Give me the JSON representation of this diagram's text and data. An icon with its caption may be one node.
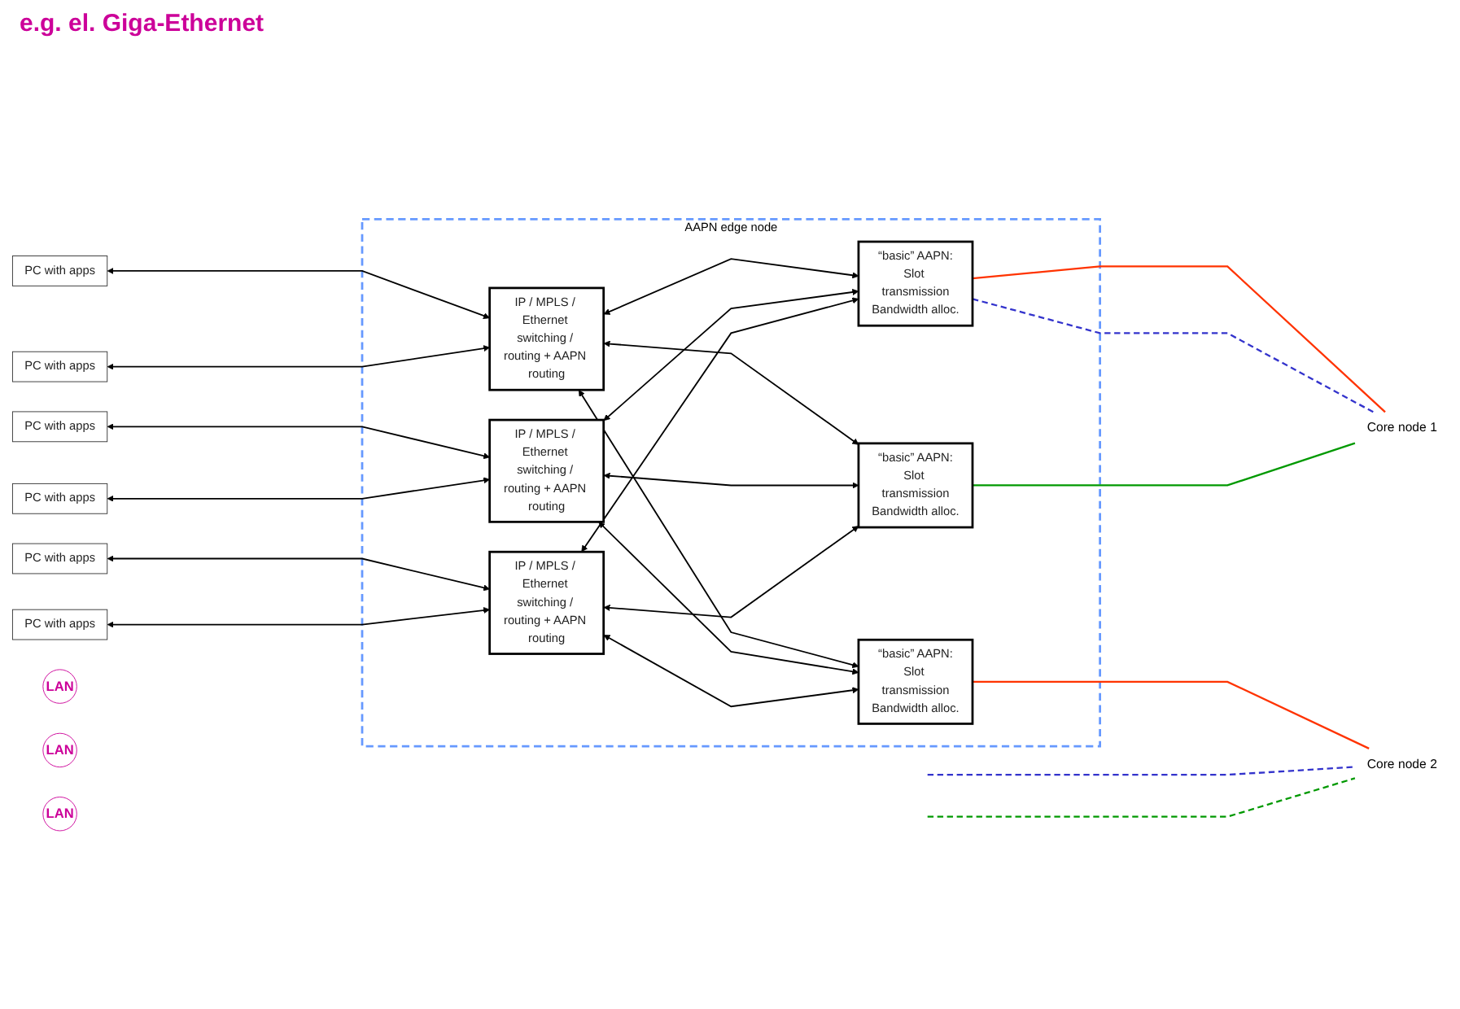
{
  "diagram": {
    "nodes": [
      {
        "text": [
          "AAPN edge node"
        ]
      },
      {
        "text": [
          "PC with apps"
        ]
      },
      {
        "text": [
          "PC with apps"
        ]
      },
      {
        "text": [
          "PC with apps"
        ]
      },
      {
        "text": [
          "PC with apps"
        ]
      },
      {
        "text": [
          "PC with apps"
        ]
      },
      {
        "text": [
          "PC with apps"
        ]
      },
      {
        "text": [
          "LAN"
        ]
      },
      {
        "text": [
          "LAN"
        ]
      },
      {
        "text": [
          "LAN"
        ]
      },
      {
        "text": [
          "IP / MPLS / Ethernet switching / routing + AAPN routing"
        ],
        "in": 0
      },
      {
        "text": [
          "IP / MPLS / Ethernet switching / routing + AAPN routing"
        ],
        "in": 0
      },
      {
        "text": [
          "IP / MPLS / Ethernet switching / routing + AAPN routing"
        ],
        "in": 0
      },
      {
        "text": [
          "“basic” AAPN:",
          "Slot transmission",
          "Bandwidth alloc."
        ],
        "in": 0
      },
      {
        "text": [
          "“basic” AAPN:",
          "Slot transmission",
          "Bandwidth alloc."
        ],
        "in": 0
      },
      {
        "text": [
          "“basic” AAPN:",
          "Slot transmission",
          "Bandwidth alloc."
        ],
        "in": 0
      },
      {
        "text": [
          "Core node 1"
        ]
      },
      {
        "text": [
          "Core node 2"
        ]
      }
    ],
    "edges": [
      {
        "from": 1,
        "to": 10,
        "arrow": "both"
      },
      {
        "from": 2,
        "to": 10,
        "arrow": "both"
      },
      {
        "from": 3,
        "to": 11,
        "arrow": "both"
      },
      {
        "from": 4,
        "to": 11,
        "arrow": "both"
      },
      {
        "from": 5,
        "to": 12,
        "arrow": "both"
      },
      {
        "from": 6,
        "to": 12,
        "arrow": "both"
      },
      {
        "from": 10,
        "to": 13,
        "arrow": "both"
      },
      {
        "from": 10,
        "to": 14,
        "arrow": "both"
      },
      {
        "from": 10,
        "to": 15,
        "arrow": "both"
      },
      {
        "from": 11,
        "to": 13,
        "arrow": "both"
      },
      {
        "from": 11,
        "to": 14,
        "arrow": "both"
      },
      {
        "from": 11,
        "to": 15,
        "arrow": "both"
      },
      {
        "from": 12,
        "to": 13,
        "arrow": "both"
      },
      {
        "from": 12,
        "to": 14,
        "arrow": "both"
      },
      {
        "from": 12,
        "to": 15,
        "arrow": "both"
      },
      {
        "from": 13,
        "to": 16,
        "arrow": "none",
        "color": "#ff3300"
      },
      {
        "from": 13,
        "to": 16,
        "arrow": "none",
        "style": "dashed",
        "color": "#3333cc"
      },
      {
        "from": 14,
        "to": 16,
        "arrow": "none",
        "color": "#009900"
      },
      {
        "from": 15,
        "to": 17,
        "arrow": "none",
        "color": "#ff3300"
      },
      {
        "from": null,
        "to": 17,
        "arrow": "none",
        "style": "dashed",
        "color": "#3333cc"
      },
      {
        "from": null,
        "to": 17,
        "arrow": "none",
        "style": "dashed",
        "color": "#009900"
      }
    ],
    "labels": [
      "e.g. el. Giga-Ethernet"
    ]
  }
}
